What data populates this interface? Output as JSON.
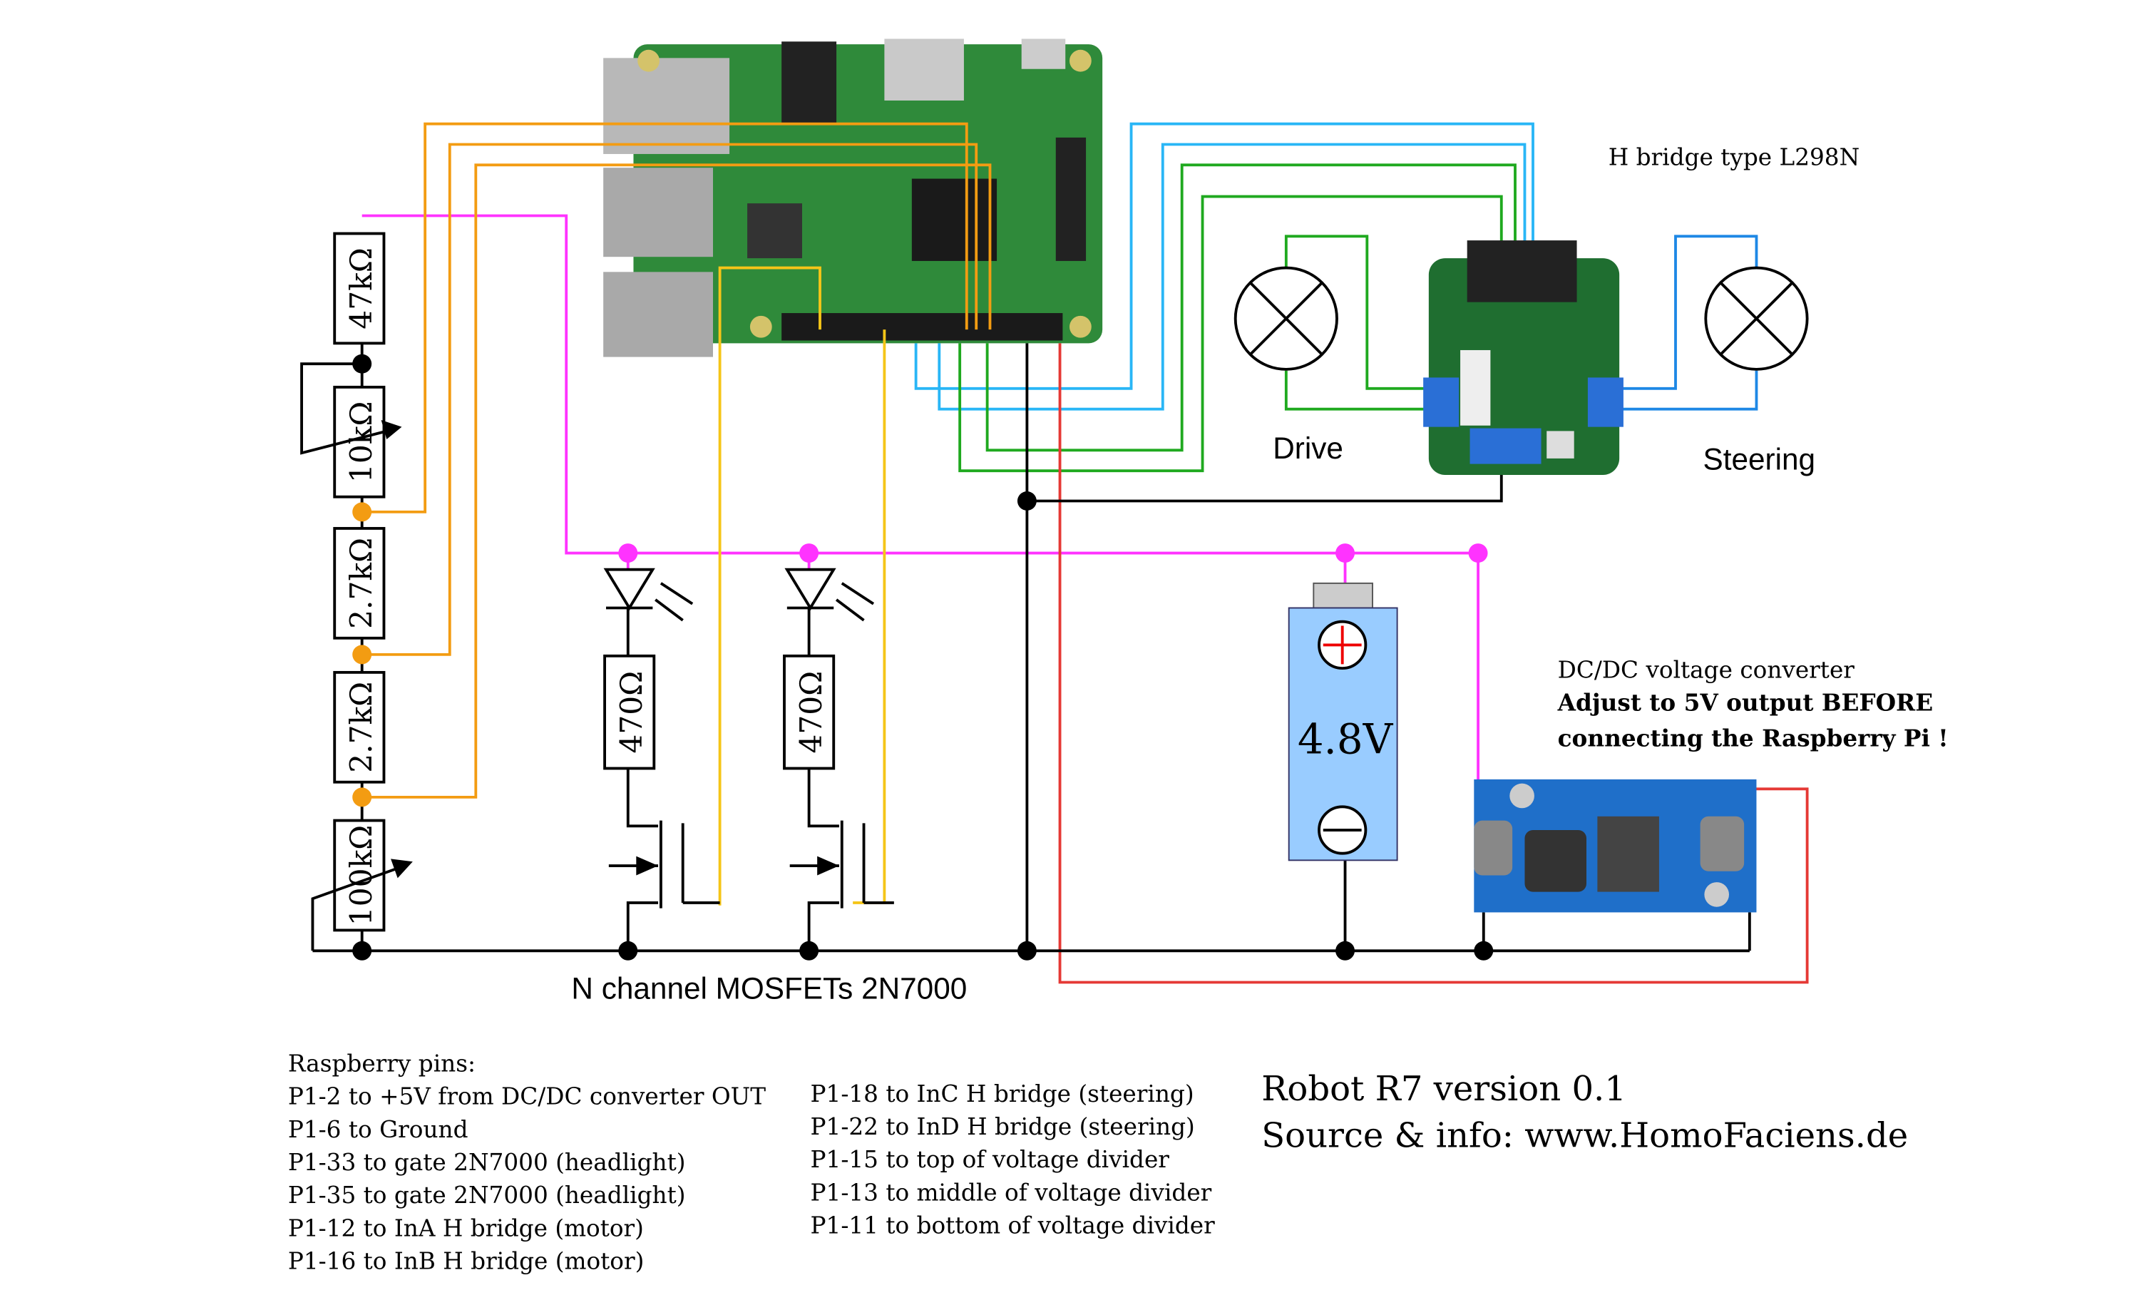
{
  "labels": {
    "hbridge_title": "H bridge type L298N",
    "drive": "Drive",
    "steering": "Steering",
    "mosfets": "N channel MOSFETs 2N7000",
    "battery_voltage": "4.8V",
    "dcdc_title": "DC/DC voltage converter",
    "dcdc_warning_1": "Adjust to 5V output BEFORE",
    "dcdc_warning_2": "connecting the Raspberry Pi !"
  },
  "resistors": [
    "47kΩ",
    "10kΩ",
    "2.7kΩ",
    "2.7kΩ",
    "100kΩ"
  ],
  "led_resistors": [
    "470Ω",
    "470Ω"
  ],
  "pins_title": "Raspberry pins:",
  "pins_col1": [
    "P1-2 to +5V from DC/DC converter OUT",
    "P1-6 to Ground",
    "P1-33 to gate 2N7000 (headlight)",
    "P1-35 to gate 2N7000 (headlight)",
    "P1-12 to InA H bridge (motor)",
    "P1-16 to InB H bridge (motor)"
  ],
  "pins_col2": [
    "P1-18 to InC H bridge (steering)",
    "P1-22 to InD H bridge (steering)",
    "P1-15 to top of voltage divider",
    "P1-13 to middle of voltage divider",
    "P1-11 to bottom of voltage divider"
  ],
  "credits": {
    "title": "Robot R7 version 0.1",
    "source": "Source & info: www.HomoFaciens.de"
  },
  "colors": {
    "plus_5v": "#ff33ff",
    "divider": "#f39c12",
    "gates": "#f5c518",
    "motor": "#1fa91f",
    "steering": "#29b6f6",
    "ground": "#000000",
    "vin": "#e53935"
  }
}
